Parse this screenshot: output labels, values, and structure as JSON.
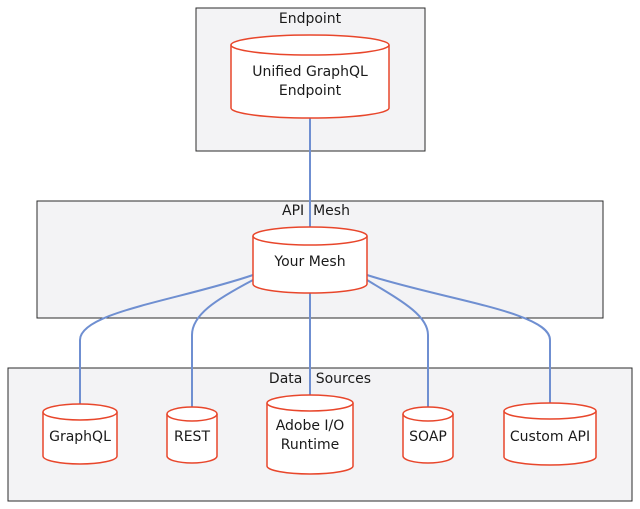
{
  "groups": {
    "endpoint": {
      "title": "Endpoint"
    },
    "api_mesh": {
      "title": "API  Mesh"
    },
    "data_sources": {
      "title": "Data   Sources"
    }
  },
  "nodes": {
    "unified_endpoint": {
      "line1": "Unified GraphQL",
      "line2": "Endpoint"
    },
    "your_mesh": {
      "label": "Your Mesh"
    },
    "graphql": {
      "label": "GraphQL"
    },
    "rest": {
      "label": "REST"
    },
    "adobe_io": {
      "line1": "Adobe I/O",
      "line2": "Runtime"
    },
    "soap": {
      "label": "SOAP"
    },
    "custom_api": {
      "label": "Custom API"
    }
  },
  "colors": {
    "node_stroke": "#e8462b",
    "edge": "#6f8fd1",
    "group_fill": "#f3f3f5"
  }
}
